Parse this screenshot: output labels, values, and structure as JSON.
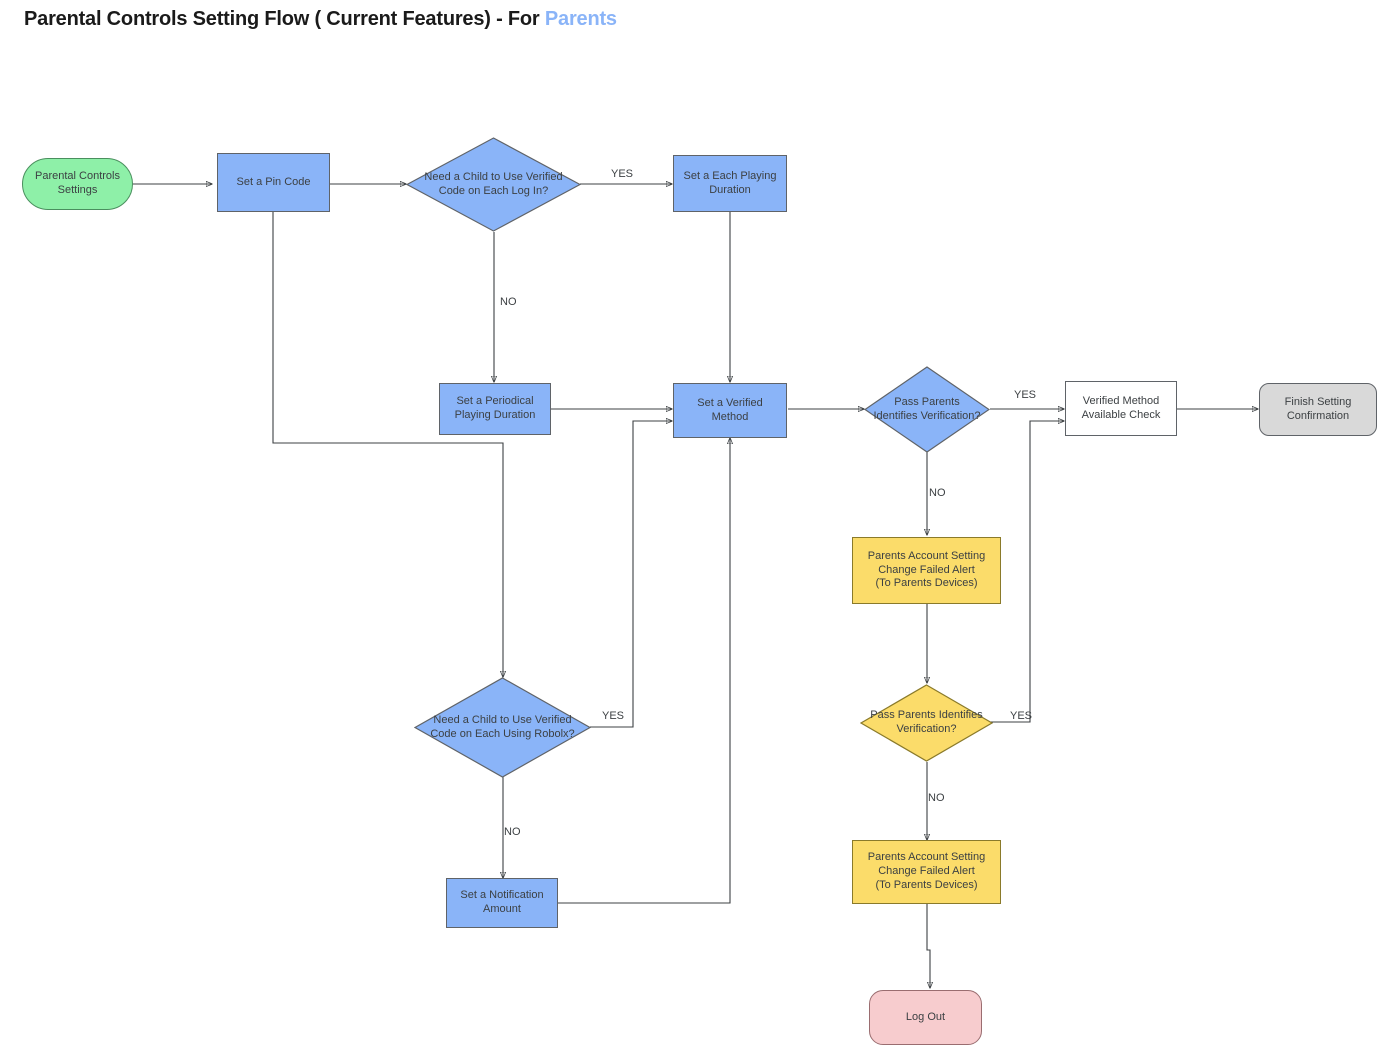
{
  "header": {
    "title_main": "Parental Controls Setting Flow ( Current Features) - For ",
    "title_accent": "Parents"
  },
  "colors": {
    "blue": "#8ab4f8",
    "green": "#8ef0a8",
    "yellow": "#fbdc6a",
    "gray": "#d9d9d9",
    "pink": "#f7ccce",
    "white": "#ffffff",
    "stroke": "#3c4043",
    "accent": "#8ab4f8"
  },
  "nodes": {
    "start": {
      "label": "Parental Controls Settings",
      "shape": "rounded",
      "color": "green"
    },
    "set_pin": {
      "label": "Set a Pin Code",
      "shape": "rect",
      "color": "blue"
    },
    "decide_login": {
      "label": "Need a Child to Use Verified Code on Each Log In?",
      "shape": "diamond",
      "color": "blue"
    },
    "each_playing": {
      "label": "Set a Each Playing Duration",
      "shape": "rect",
      "color": "blue"
    },
    "periodical": {
      "label": "Set a Periodical Playing Duration",
      "shape": "rect",
      "color": "blue"
    },
    "verified_method": {
      "label": "Set a Verified Method",
      "shape": "rect",
      "color": "blue"
    },
    "pass_verify_1": {
      "label": "Pass Parents Identifies Verification?",
      "shape": "diamond",
      "color": "blue"
    },
    "available_check": {
      "label": "Verified Method Available Check",
      "shape": "rect",
      "color": "white"
    },
    "finish": {
      "label": "Finish Setting Confirmation",
      "shape": "rounded",
      "color": "gray"
    },
    "alert_1": {
      "label": "Parents Account Setting Change Failed Alert (To Parents Devices)",
      "shape": "rect",
      "color": "yellow"
    },
    "pass_verify_2": {
      "label": "Pass Parents Identifies Verification?",
      "shape": "diamond",
      "color": "yellow"
    },
    "alert_2": {
      "label": "Parents Account Setting Change Failed Alert (To Parents Devices)",
      "shape": "rect",
      "color": "yellow"
    },
    "logout": {
      "label": "Log Out",
      "shape": "rounded",
      "color": "pink"
    },
    "decide_using": {
      "label": "Need a Child to Use Verified Code on Each Using Robolx?",
      "shape": "diamond",
      "color": "blue"
    },
    "notification": {
      "label": "Set a Notification Amount",
      "shape": "rect",
      "color": "blue"
    }
  },
  "node_lines": {
    "start": [
      "Parental Controls",
      "Settings"
    ],
    "set_pin": [
      "Set a Pin Code"
    ],
    "decide_login": [
      "Need a Child to Use Verified",
      "Code on Each Log In?"
    ],
    "each_playing": [
      "Set a Each Playing",
      "Duration"
    ],
    "periodical": [
      "Set a Periodical",
      "Playing Duration"
    ],
    "verified_method": [
      "Set a Verified",
      "Method"
    ],
    "pass_verify_1": [
      "Pass Parents",
      "Identifies Verification?"
    ],
    "available_check": [
      "Verified Method",
      "Available Check"
    ],
    "finish": [
      "Finish Setting",
      "Confirmation"
    ],
    "alert_1": [
      "Parents Account Setting",
      "Change Failed Alert",
      "(To Parents Devices)"
    ],
    "pass_verify_2": [
      "Pass Parents Identifies",
      "Verification?"
    ],
    "alert_2": [
      "Parents Account Setting",
      "Change Failed Alert",
      "(To Parents Devices)"
    ],
    "logout": [
      "Log Out"
    ],
    "decide_using": [
      "Need a Child to Use Verified",
      "Code on Each Using Robolx?"
    ],
    "notification": [
      "Set a Notification",
      "Amount"
    ]
  },
  "edge_labels": {
    "login_yes": "YES",
    "login_no": "NO",
    "verify1_yes": "YES",
    "verify1_no": "NO",
    "verify2_yes": "YES",
    "verify2_no": "NO",
    "using_yes": "YES",
    "using_no": "NO"
  }
}
